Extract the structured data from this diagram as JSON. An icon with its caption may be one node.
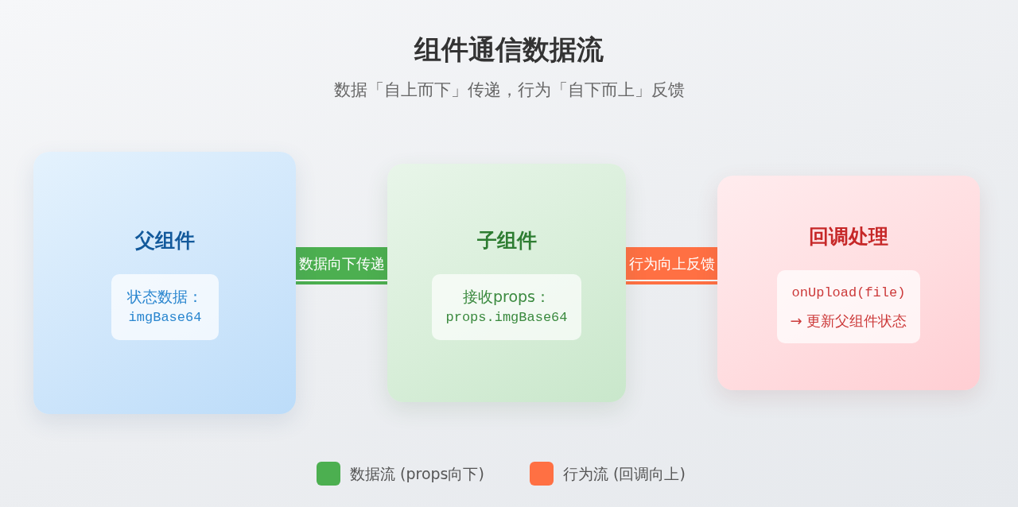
{
  "diagram": {
    "title": "组件通信数据流",
    "nodes": [
      {
        "text": [
          "父组件"
        ]
      },
      {
        "text": [
          "状态数据：",
          "imgBase64"
        ],
        "in": 0
      },
      {
        "text": [
          "子组件"
        ]
      },
      {
        "text": [
          "接收props：",
          "props.imgBase64"
        ],
        "in": 2
      },
      {
        "text": [
          "回调处理"
        ]
      },
      {
        "text": [
          "onUpload(file)",
          "→ 更新父组件状态"
        ],
        "in": 4
      }
    ],
    "edges": [
      {
        "from": 0,
        "to": 2,
        "arrow": "none",
        "label": "数据向下传递",
        "style": "thick",
        "color": "#4caf50"
      },
      {
        "from": 2,
        "to": 4,
        "arrow": "none",
        "label": "行为向上反馈",
        "style": "thick",
        "color": "#ff7043"
      }
    ],
    "labels": [
      "数据「自上而下」传递，行为「自下而上」反馈"
    ],
    "legend": [
      {
        "text": "数据流 (props向下)",
        "color": "#4caf50"
      },
      {
        "text": "行为流 (回调向上)",
        "color": "#ff7043"
      }
    ]
  }
}
